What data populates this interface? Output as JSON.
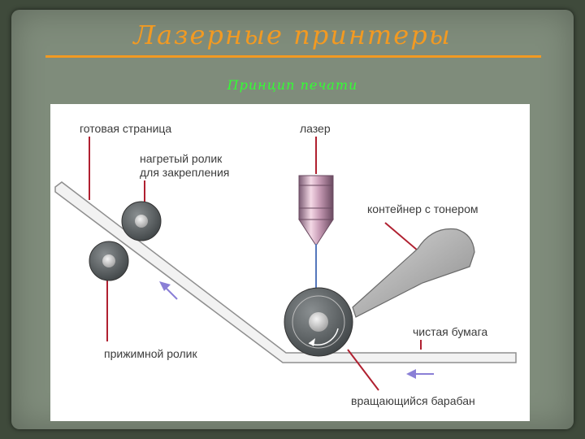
{
  "slide": {
    "title": "Лазерные принтеры",
    "subtitle": "Принцип печати"
  },
  "diagram": {
    "labels": {
      "finished_page": "готовая страница",
      "heated_roller_line1": "нагретый ролик",
      "heated_roller_line2": "для закрепления",
      "laser": "лазер",
      "toner_container": "контейнер с тонером",
      "blank_paper": "чистая бумага",
      "pressure_roller": "прижимной ролик",
      "rotating_drum": "вращающийся барабан"
    },
    "colors": {
      "accent_title": "#f29a22",
      "subtitle": "#33ff33",
      "leader_lines": "#b02030",
      "arrows": "#8a7fd6",
      "laser_beam": "#5577bb",
      "paper_outline": "#8f8f8f",
      "roller": "#555a5c"
    },
    "icons": [
      "laser-head-icon",
      "toner-container-icon",
      "drum-icon",
      "roller-icon",
      "arrow-icon"
    ]
  }
}
